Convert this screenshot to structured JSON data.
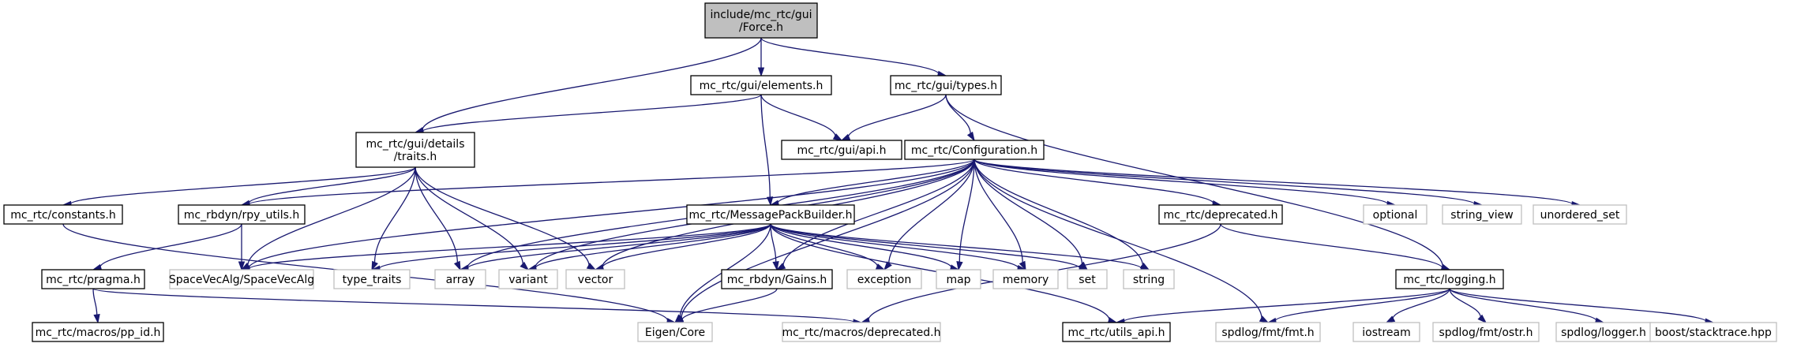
{
  "graph": {
    "nodes": [
      {
        "id": "root",
        "lines": [
          "include/mc_rtc/gui",
          "/Force.h"
        ],
        "kind": "root"
      },
      {
        "id": "elements",
        "lines": [
          "mc_rtc/gui/elements.h"
        ],
        "kind": "doc"
      },
      {
        "id": "types",
        "lines": [
          "mc_rtc/gui/types.h"
        ],
        "kind": "doc"
      },
      {
        "id": "traits",
        "lines": [
          "mc_rtc/gui/details",
          "/traits.h"
        ],
        "kind": "doc"
      },
      {
        "id": "api",
        "lines": [
          "mc_rtc/gui/api.h"
        ],
        "kind": "doc"
      },
      {
        "id": "config",
        "lines": [
          "mc_rtc/Configuration.h"
        ],
        "kind": "doc"
      },
      {
        "id": "constants",
        "lines": [
          "mc_rtc/constants.h"
        ],
        "kind": "doc"
      },
      {
        "id": "rpy",
        "lines": [
          "mc_rbdyn/rpy_utils.h"
        ],
        "kind": "doc"
      },
      {
        "id": "msgpack",
        "lines": [
          "mc_rtc/MessagePackBuilder.h"
        ],
        "kind": "doc"
      },
      {
        "id": "deprecated",
        "lines": [
          "mc_rtc/deprecated.h"
        ],
        "kind": "doc"
      },
      {
        "id": "optional",
        "lines": [
          "optional"
        ],
        "kind": "ext"
      },
      {
        "id": "string_view",
        "lines": [
          "string_view"
        ],
        "kind": "ext"
      },
      {
        "id": "unordered_set",
        "lines": [
          "unordered_set"
        ],
        "kind": "ext"
      },
      {
        "id": "pragma",
        "lines": [
          "mc_rtc/pragma.h"
        ],
        "kind": "doc"
      },
      {
        "id": "sva",
        "lines": [
          "SpaceVecAlg/SpaceVecAlg"
        ],
        "kind": "ext"
      },
      {
        "id": "type_traits",
        "lines": [
          "type_traits"
        ],
        "kind": "ext"
      },
      {
        "id": "array",
        "lines": [
          "array"
        ],
        "kind": "ext"
      },
      {
        "id": "variant",
        "lines": [
          "variant"
        ],
        "kind": "ext"
      },
      {
        "id": "vector",
        "lines": [
          "vector"
        ],
        "kind": "ext"
      },
      {
        "id": "gains",
        "lines": [
          "mc_rbdyn/Gains.h"
        ],
        "kind": "doc"
      },
      {
        "id": "exception",
        "lines": [
          "exception"
        ],
        "kind": "ext"
      },
      {
        "id": "map",
        "lines": [
          "map"
        ],
        "kind": "ext"
      },
      {
        "id": "memory",
        "lines": [
          "memory"
        ],
        "kind": "ext"
      },
      {
        "id": "set",
        "lines": [
          "set"
        ],
        "kind": "ext"
      },
      {
        "id": "string",
        "lines": [
          "string"
        ],
        "kind": "ext"
      },
      {
        "id": "logging",
        "lines": [
          "mc_rtc/logging.h"
        ],
        "kind": "doc"
      },
      {
        "id": "pp_id",
        "lines": [
          "mc_rtc/macros/pp_id.h"
        ],
        "kind": "doc"
      },
      {
        "id": "eigen",
        "lines": [
          "Eigen/Core"
        ],
        "kind": "ext"
      },
      {
        "id": "macros_deprecated",
        "lines": [
          "mc_rtc/macros/deprecated.h"
        ],
        "kind": "ext"
      },
      {
        "id": "utils_api",
        "lines": [
          "mc_rtc/utils_api.h"
        ],
        "kind": "doc"
      },
      {
        "id": "fmt",
        "lines": [
          "spdlog/fmt/fmt.h"
        ],
        "kind": "ext"
      },
      {
        "id": "iostream",
        "lines": [
          "iostream"
        ],
        "kind": "ext"
      },
      {
        "id": "ostr",
        "lines": [
          "spdlog/fmt/ostr.h"
        ],
        "kind": "ext"
      },
      {
        "id": "logger",
        "lines": [
          "spdlog/logger.h"
        ],
        "kind": "ext"
      },
      {
        "id": "stacktrace",
        "lines": [
          "boost/stacktrace.hpp"
        ],
        "kind": "ext"
      }
    ],
    "edges": [
      [
        "root",
        "elements"
      ],
      [
        "root",
        "types"
      ],
      [
        "root",
        "traits"
      ],
      [
        "elements",
        "traits"
      ],
      [
        "elements",
        "api"
      ],
      [
        "elements",
        "msgpack"
      ],
      [
        "types",
        "api"
      ],
      [
        "types",
        "config"
      ],
      [
        "types",
        "logging"
      ],
      [
        "traits",
        "constants"
      ],
      [
        "traits",
        "rpy"
      ],
      [
        "traits",
        "sva"
      ],
      [
        "traits",
        "type_traits"
      ],
      [
        "traits",
        "array"
      ],
      [
        "traits",
        "variant"
      ],
      [
        "traits",
        "vector"
      ],
      [
        "constants",
        "eigen"
      ],
      [
        "rpy",
        "pragma"
      ],
      [
        "rpy",
        "sva"
      ],
      [
        "pragma",
        "pp_id"
      ],
      [
        "pragma",
        "macros_deprecated"
      ],
      [
        "config",
        "rpy"
      ],
      [
        "config",
        "msgpack"
      ],
      [
        "config",
        "deprecated"
      ],
      [
        "config",
        "optional"
      ],
      [
        "config",
        "string_view"
      ],
      [
        "config",
        "unordered_set"
      ],
      [
        "config",
        "sva"
      ],
      [
        "config",
        "array"
      ],
      [
        "config",
        "variant"
      ],
      [
        "config",
        "vector"
      ],
      [
        "config",
        "gains"
      ],
      [
        "config",
        "exception"
      ],
      [
        "config",
        "map"
      ],
      [
        "config",
        "memory"
      ],
      [
        "config",
        "set"
      ],
      [
        "config",
        "string"
      ],
      [
        "config",
        "eigen"
      ],
      [
        "config",
        "fmt"
      ],
      [
        "msgpack",
        "sva"
      ],
      [
        "msgpack",
        "type_traits"
      ],
      [
        "msgpack",
        "array"
      ],
      [
        "msgpack",
        "variant"
      ],
      [
        "msgpack",
        "vector"
      ],
      [
        "msgpack",
        "gains"
      ],
      [
        "msgpack",
        "exception"
      ],
      [
        "msgpack",
        "map"
      ],
      [
        "msgpack",
        "memory"
      ],
      [
        "msgpack",
        "set"
      ],
      [
        "msgpack",
        "string"
      ],
      [
        "msgpack",
        "eigen"
      ],
      [
        "msgpack",
        "utils_api"
      ],
      [
        "gains",
        "eigen"
      ],
      [
        "deprecated",
        "logging"
      ],
      [
        "deprecated",
        "macros_deprecated"
      ],
      [
        "logging",
        "utils_api"
      ],
      [
        "logging",
        "fmt"
      ],
      [
        "logging",
        "iostream"
      ],
      [
        "logging",
        "ostr"
      ],
      [
        "logging",
        "logger"
      ],
      [
        "logging",
        "stacktrace"
      ]
    ]
  },
  "colors": {
    "edge": "#191970",
    "root_fill": "#bfbfbf",
    "doc_border": "#000000",
    "ext_border": "#bfbfbf",
    "node_fill": "#ffffff"
  }
}
